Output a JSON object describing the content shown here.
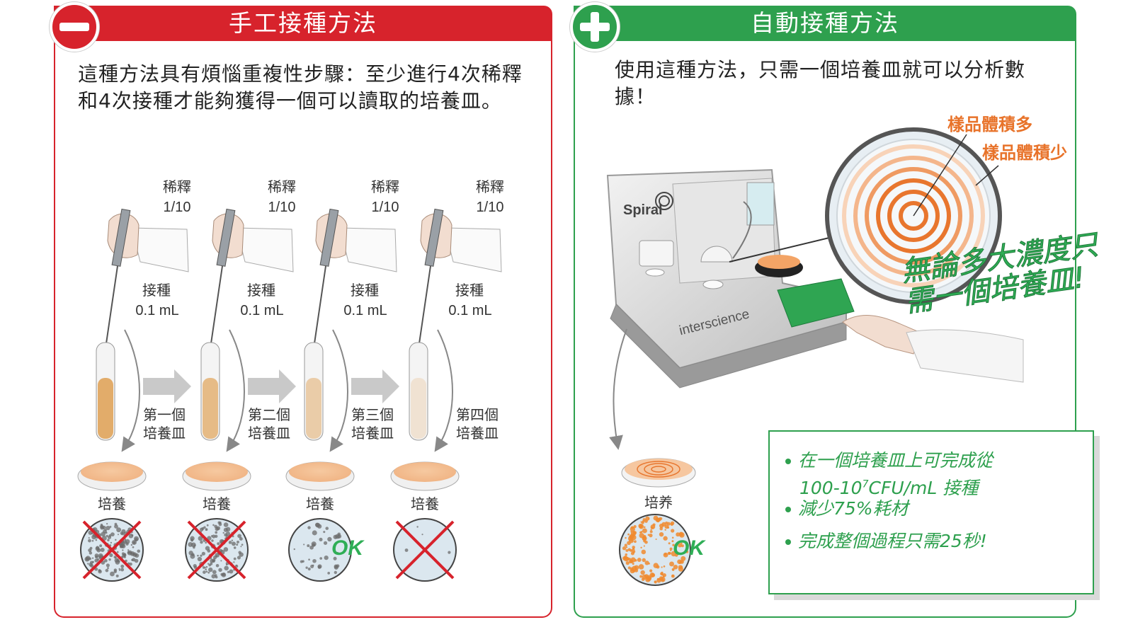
{
  "left": {
    "title": "手工接種方法",
    "intro": "這種方法具有煩惱重複性步驟：至少進行4次稀釋和4次接種才能夠獲得一個可以讀取的培養皿。",
    "steps": [
      {
        "dilution": "稀釋",
        "ratio": "1/10",
        "inoculate": "接種",
        "volume": "0.1 mL",
        "plate": "第一個\n培養皿",
        "culture": "培養",
        "result": "fail"
      },
      {
        "dilution": "稀釋",
        "ratio": "1/10",
        "inoculate": "接種",
        "volume": "0.1 mL",
        "plate": "第二個\n培養皿",
        "culture": "培養",
        "result": "fail"
      },
      {
        "dilution": "稀釋",
        "ratio": "1/10",
        "inoculate": "接種",
        "volume": "0.1 mL",
        "plate": "第三個\n培養皿",
        "culture": "培養",
        "result": "OK"
      },
      {
        "dilution": "稀釋",
        "ratio": "1/10",
        "inoculate": "接種",
        "volume": "0.1 mL",
        "plate": "第四個\n培養皿",
        "culture": "培養",
        "result": "fail"
      }
    ]
  },
  "right": {
    "title": "自動接種方法",
    "intro": "使用這種方法，只需一個培養皿就可以分析數據！",
    "callout_high": "樣品體積多",
    "callout_low": "樣品體積少",
    "slogan_1": "無論多大濃度只",
    "slogan_2": "需一個培養皿!",
    "culture": "培养",
    "result": "OK",
    "machine_brand": "Spiral",
    "machine_maker": "interscience",
    "bullets": [
      {
        "line1": "在一個培養皿上可完成從",
        "line2_pre": "100-10",
        "line2_sup": "7",
        "line2_post": "CFU/mL 接種"
      },
      {
        "line1": "減少75%耗材"
      },
      {
        "line1": "完成整個過程只需25秒!"
      }
    ]
  },
  "colors": {
    "red": "#d7232c",
    "green": "#2ea04e",
    "orange": "#e8732a",
    "liquid": "#e2ac6a"
  }
}
